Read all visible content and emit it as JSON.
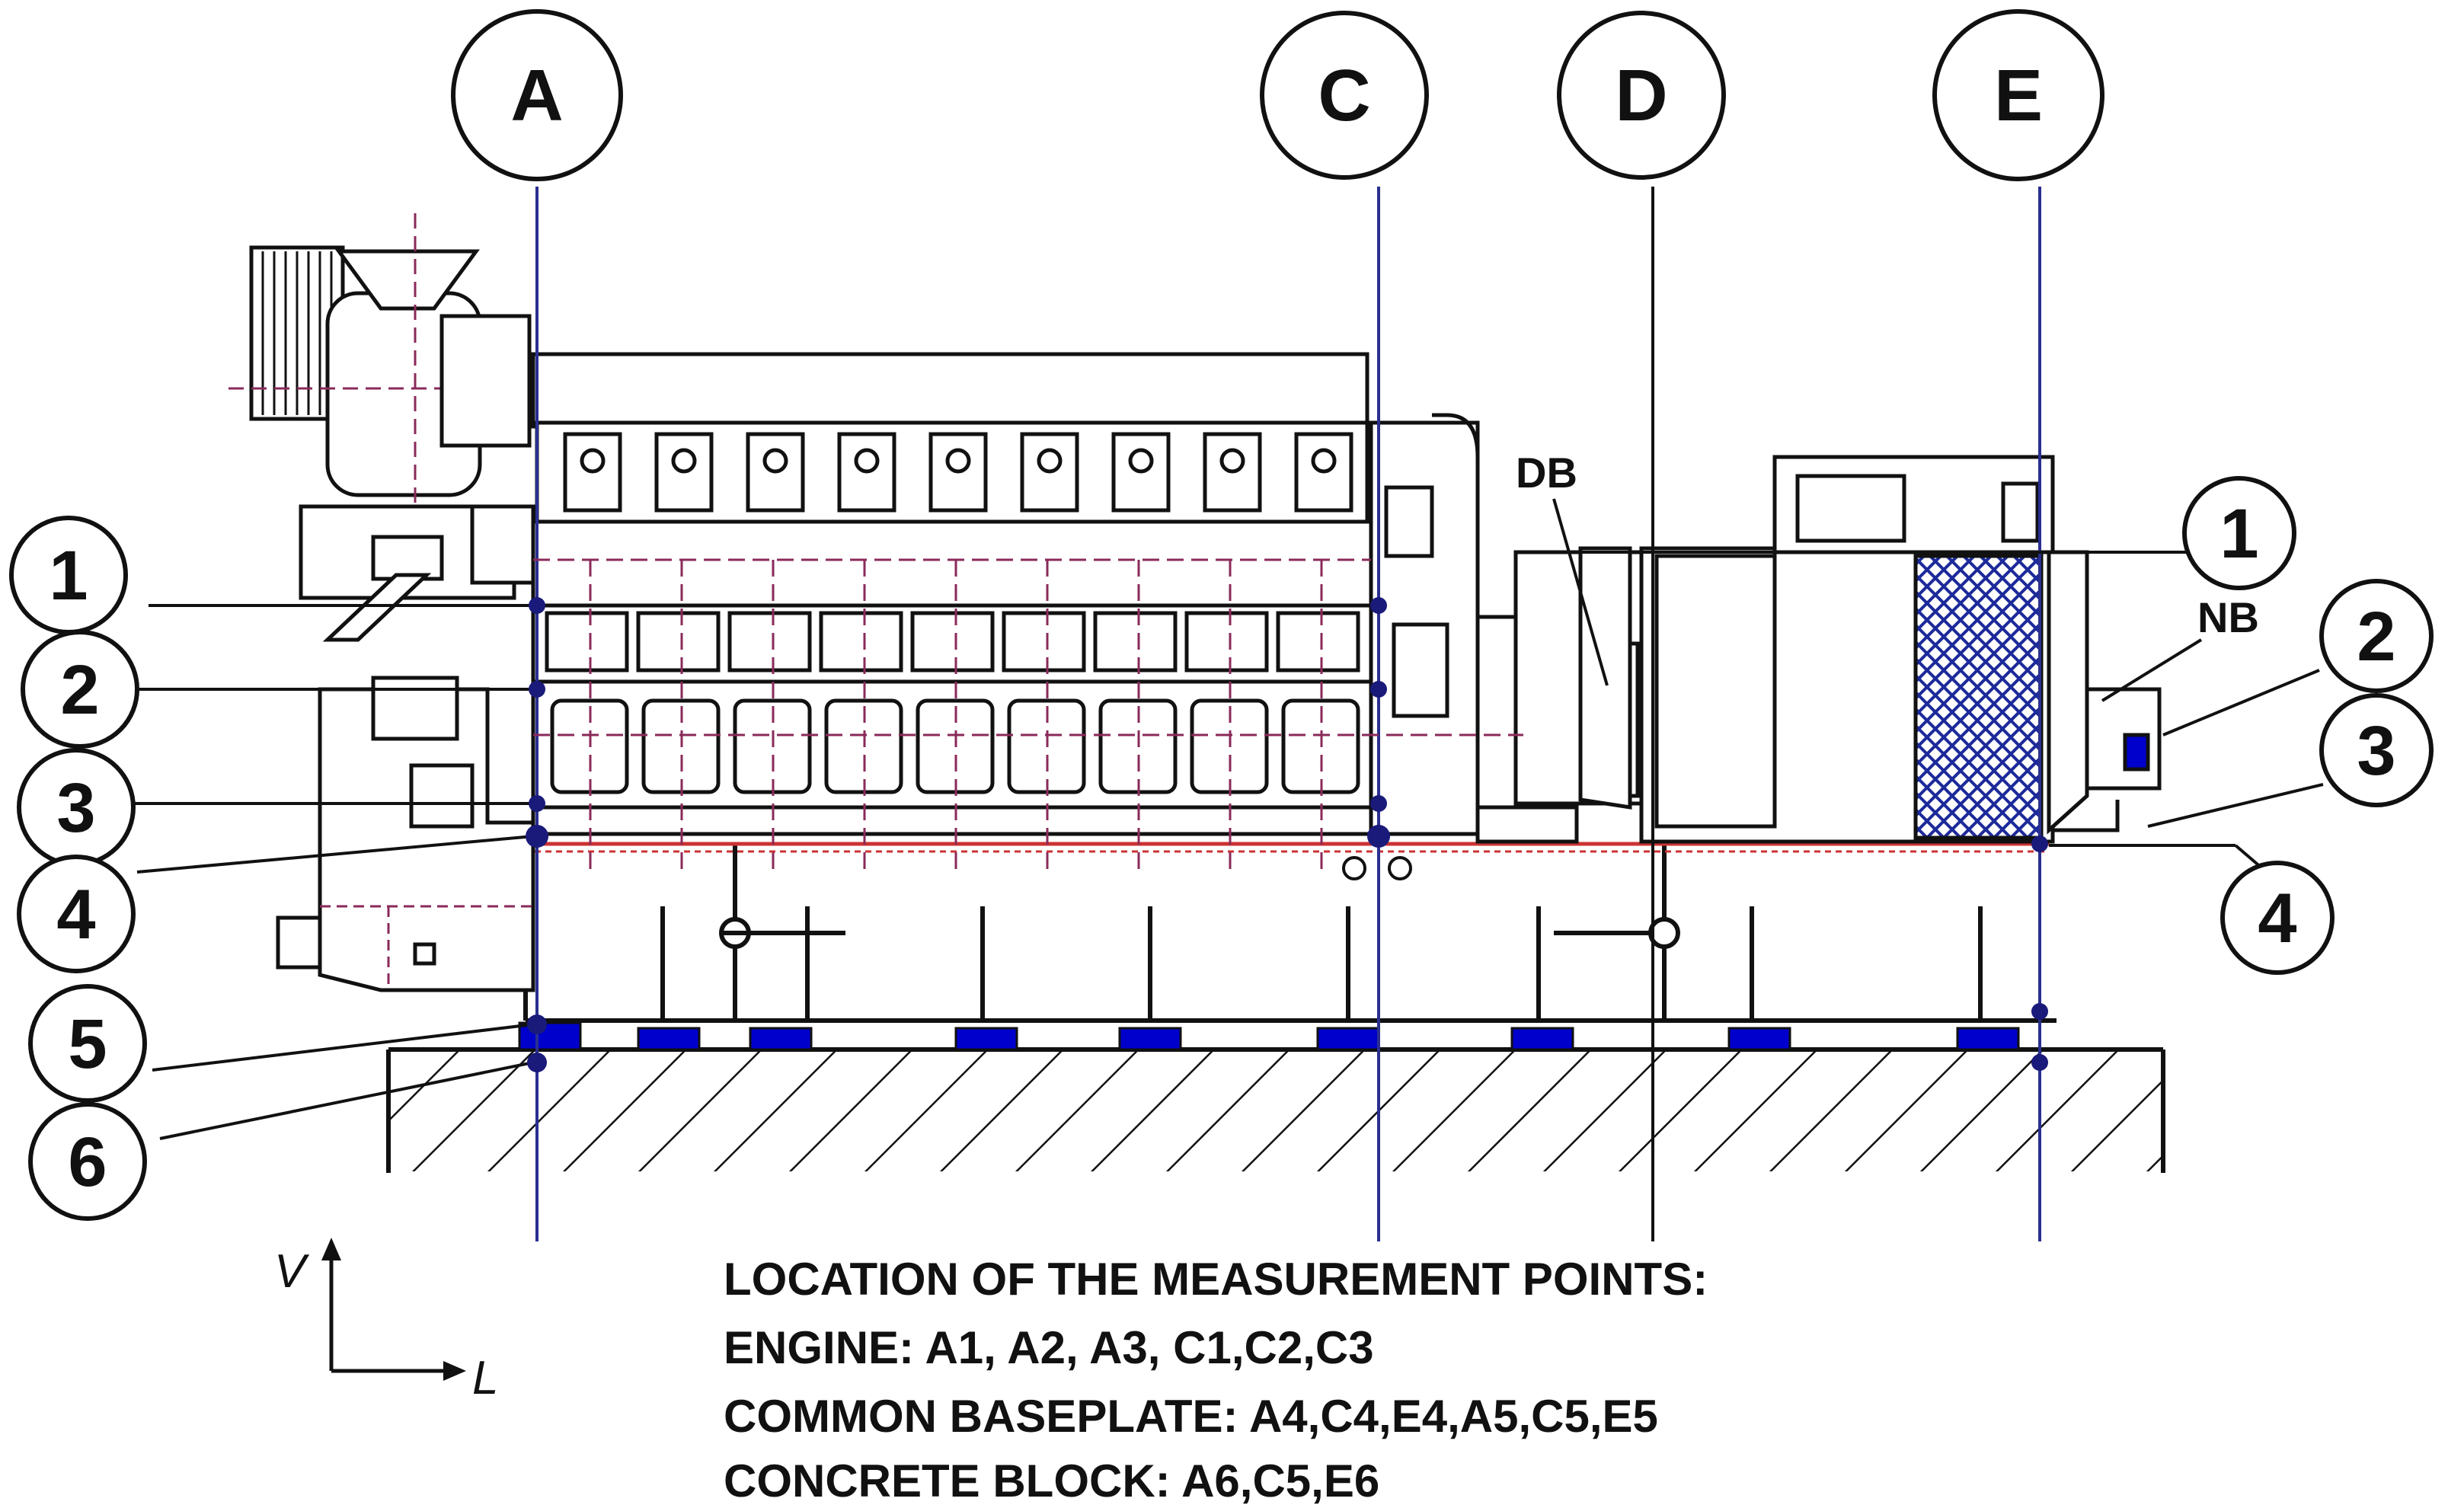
{
  "section_labels": {
    "A": "A",
    "C": "C",
    "D": "D",
    "E": "E"
  },
  "left_levels": [
    "1",
    "2",
    "3",
    "4",
    "5",
    "6"
  ],
  "right_levels": [
    "1",
    "2",
    "3",
    "4"
  ],
  "component_labels": {
    "driving_bearing": "DB",
    "non_driving_bearing": "NB"
  },
  "axes": {
    "vertical": "V",
    "longitudinal": "L"
  },
  "legend": {
    "title": "LOCATION OF THE MEASUREMENT POINTS:",
    "engine": "ENGINE: A1, A2, A3, C1,C2,C3",
    "baseplate": "COMMON BASEPLATE: A4,C4,E4,A5,C5,E5",
    "concrete": "CONCRETE BLOCK: A6,C5,E6"
  },
  "colors": {
    "section_line": "#2a2f8f",
    "measurement_point": "#1a1a7a",
    "mount_pad": "#0000cc",
    "baseplate_edge": "#cc3333",
    "dash_accent": "#8a2a5a",
    "generator_hatch": "#1c2a9a"
  }
}
